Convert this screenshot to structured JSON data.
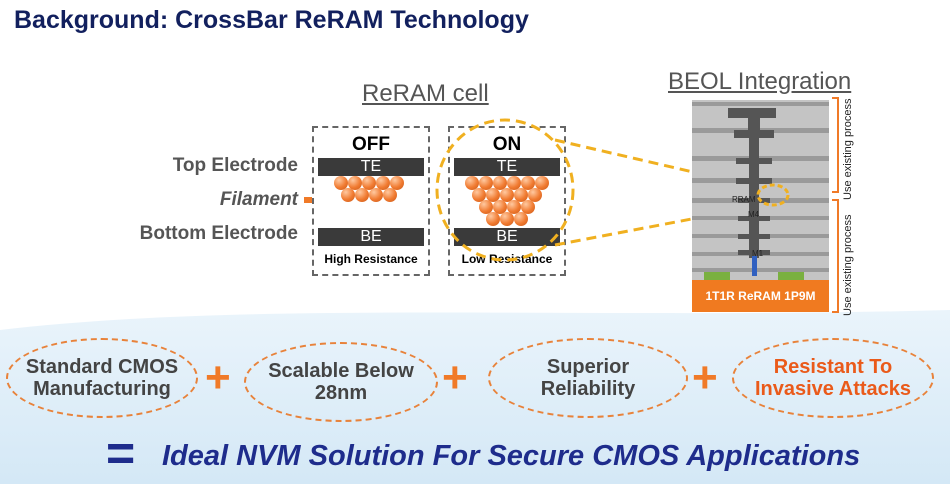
{
  "title": "Background:  CrossBar ReRAM Technology",
  "reram": {
    "heading": "ReRAM cell",
    "labels": {
      "top": "Top Electrode",
      "filament": "Filament",
      "bottom": "Bottom Electrode"
    },
    "off": {
      "state": "OFF",
      "te": "TE",
      "be": "BE",
      "resistance": "High Resistance"
    },
    "on": {
      "state": "ON",
      "te": "TE",
      "be": "BE",
      "resistance": "Low Resistance"
    }
  },
  "beol": {
    "heading": "BEOL Integration",
    "layers": {
      "rram": "RRAM",
      "m4": "M4",
      "m1": "M1"
    },
    "bottom_label": "1T1R ReRAM 1P9M",
    "side_upper": "Use existing process",
    "side_lower": "Use existing process"
  },
  "features": [
    {
      "line1": "Standard CMOS",
      "line2": "Manufacturing"
    },
    {
      "line1": "Scalable Below",
      "line2": "28nm"
    },
    {
      "line1": "Superior",
      "line2": "Reliability"
    },
    {
      "line1": "Resistant To",
      "line2": "Invasive Attacks"
    }
  ],
  "plus_symbol": "+",
  "conclusion": {
    "equals": "=",
    "text": "Ideal NVM Solution For Secure CMOS Applications"
  },
  "colors": {
    "title": "#12205e",
    "accent": "#f07a28",
    "conclusion": "#1e2c8c",
    "highlight_orange": "#ea5a1a"
  }
}
